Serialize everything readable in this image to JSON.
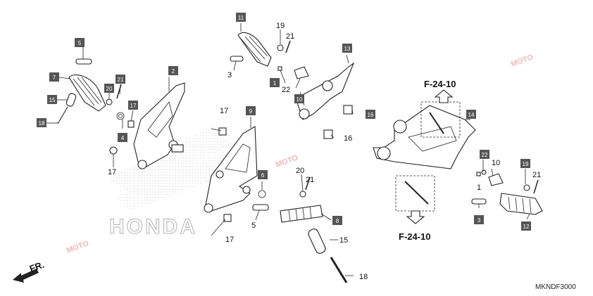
{
  "diagram": {
    "code": "MKNDF3000",
    "direction_label": "FR.",
    "brand_watermark": "HONDA",
    "ref_top": "F-24-10",
    "ref_bottom": "F-24-10",
    "watermark_text": "MOTO"
  },
  "callouts": {
    "c1": "1",
    "c2": "2",
    "c3": "3",
    "c4": "4",
    "c5": "5",
    "c6": "6",
    "c7": "7",
    "c8": "8",
    "c9": "9",
    "c10": "10",
    "c11": "11",
    "c12": "12",
    "c13": "13",
    "c14": "14",
    "c15": "15",
    "c16": "16",
    "c17": "17",
    "c18": "18",
    "c19": "19",
    "c20": "20",
    "c21": "21",
    "c22": "22"
  }
}
